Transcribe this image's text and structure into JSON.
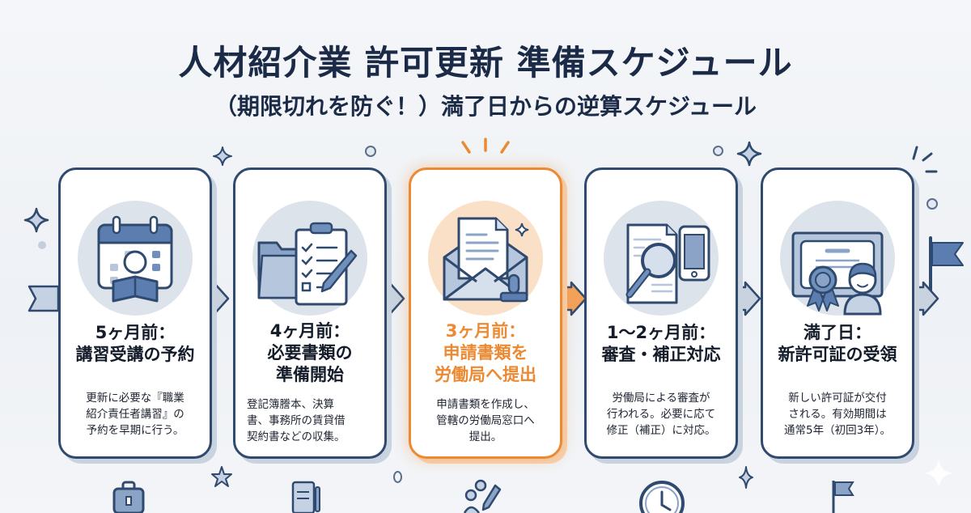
{
  "header": {
    "title": "人材紹介業 許可更新 準備スケジュール",
    "subtitle": "（期限切れを防ぐ！）満了日からの逆算スケジュール"
  },
  "colors": {
    "navy": "#1b2b47",
    "border": "#2f4a6e",
    "accent_orange": "#ec8a33",
    "icon_blue": "#5b7db0",
    "icon_light": "#c5d2e3",
    "circle_gray": "#dde3ea",
    "circle_orange": "#fae0c7"
  },
  "steps": [
    {
      "when": "5ヶ月前：",
      "title_lines": [
        "講習受講の予約"
      ],
      "desc_lines": [
        "更新に必要な『職業",
        "紹介責任者講習』の",
        "予約を早期に行う。"
      ],
      "icon": "calendar-reading-person-icon",
      "active": false
    },
    {
      "when": "4ヶ月前：",
      "title_lines": [
        "必要書類の",
        "準備開始"
      ],
      "desc_lines": [
        "登記簿謄本、決算",
        "書、事務所の賃貸借",
        "契約書などの収集。"
      ],
      "icon": "folder-checklist-pencil-icon",
      "active": false
    },
    {
      "when": "3ヶ月前：",
      "title_lines": [
        "申請書類を",
        "労働局へ提出"
      ],
      "desc_lines": [
        "申請書類を作成し、",
        "管轄の労働局窓口へ",
        "提出。"
      ],
      "icon": "envelope-document-stamp-icon",
      "active": true
    },
    {
      "when": "1〜2ヶ月前：",
      "title_lines": [
        "審査・補正対応"
      ],
      "desc_lines": [
        "労働局による審査が",
        "行われる。必要に応て",
        "修正（補正）に対応。"
      ],
      "icon": "document-magnifier-phone-icon",
      "active": false
    },
    {
      "when": "満了日：",
      "title_lines": [
        "新許可証の受領"
      ],
      "desc_lines": [
        "新しい許可証が交付",
        "される。有効期間は",
        "通常5年（初回3年）。"
      ],
      "icon": "certificate-ribbon-person-icon",
      "active": false
    }
  ],
  "bottom_icons": [
    "briefcase-icon",
    "clipboard-list-icon",
    "people-pencil-icon",
    "clock-icon",
    "goal-flag-icon"
  ]
}
